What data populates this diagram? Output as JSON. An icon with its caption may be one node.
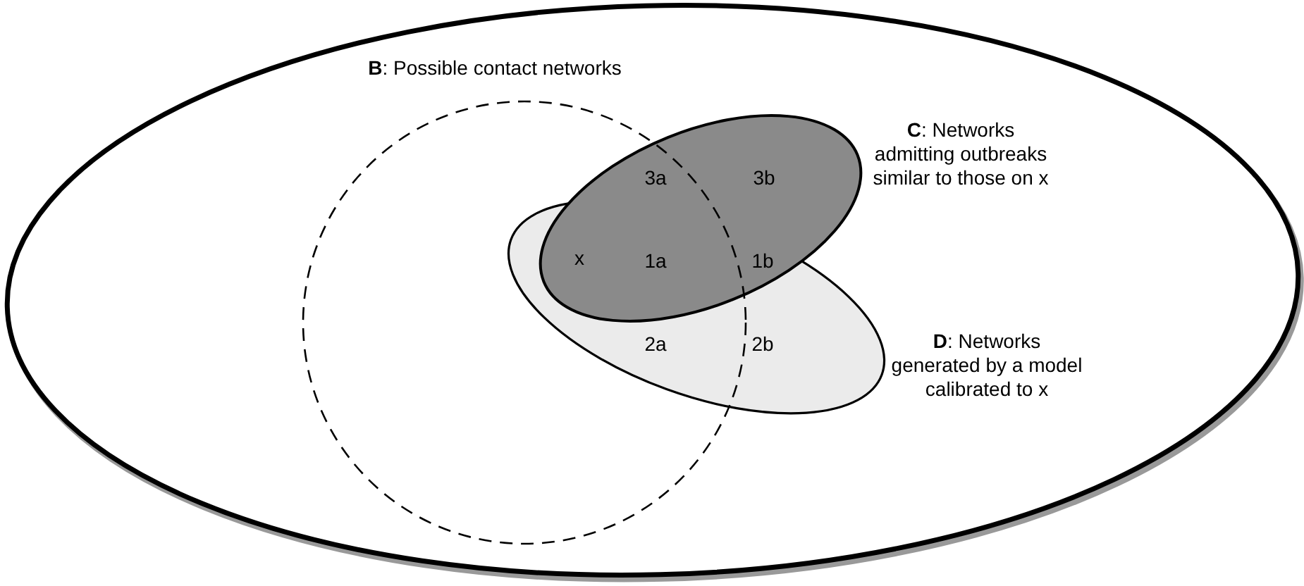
{
  "diagram": {
    "nodes": [
      {
        "text": [],
        "shape": "ellipse"
      },
      {
        "text": [
          "**B**: Possible contact networks"
        ],
        "in": 0
      },
      {
        "text": [
          "**C**: Networks admitting outbreaks similar to those on x"
        ],
        "in": 0
      },
      {
        "text": [
          "**D**: Networks generated by a model calibrated to x"
        ],
        "in": 0
      }
    ],
    "labels": [
      "3a",
      "3b",
      "x",
      "1a",
      "1b",
      "2a",
      "2b"
    ]
  }
}
